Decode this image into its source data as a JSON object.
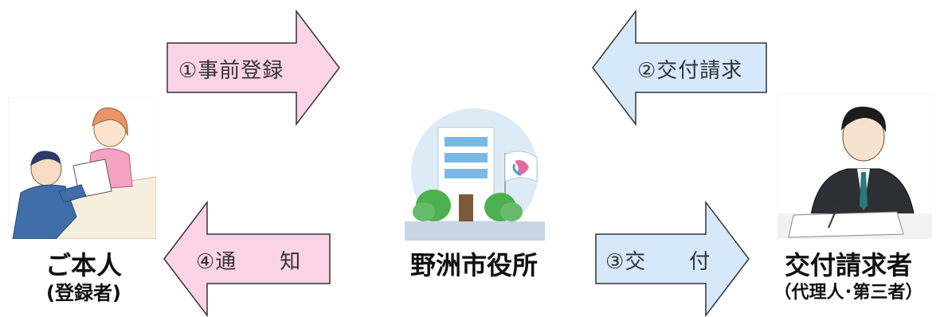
{
  "arrows": {
    "register": {
      "label": "①事前登録",
      "fill": "#fbd3e6"
    },
    "request": {
      "label": "②交付請求",
      "fill": "#d6e9fb"
    },
    "deliver": {
      "label": "③交　　付",
      "fill": "#d6e9fb"
    },
    "notify": {
      "label": "④通　　知",
      "fill": "#fbd3e6"
    }
  },
  "actors": {
    "principal": {
      "name": "ご本人",
      "sub": "(登録者)",
      "icon": "couple-at-desk-illustration"
    },
    "city_hall": {
      "name": "野洲市役所",
      "icon": "city-hall-building-icon"
    },
    "requester": {
      "name": "交付請求者",
      "sub": "（代理人･第三者）",
      "icon": "businessman-signing-illustration"
    }
  },
  "colors": {
    "stroke": "#333333",
    "pink": "#fbd3e6",
    "blue": "#d6e9fb"
  }
}
